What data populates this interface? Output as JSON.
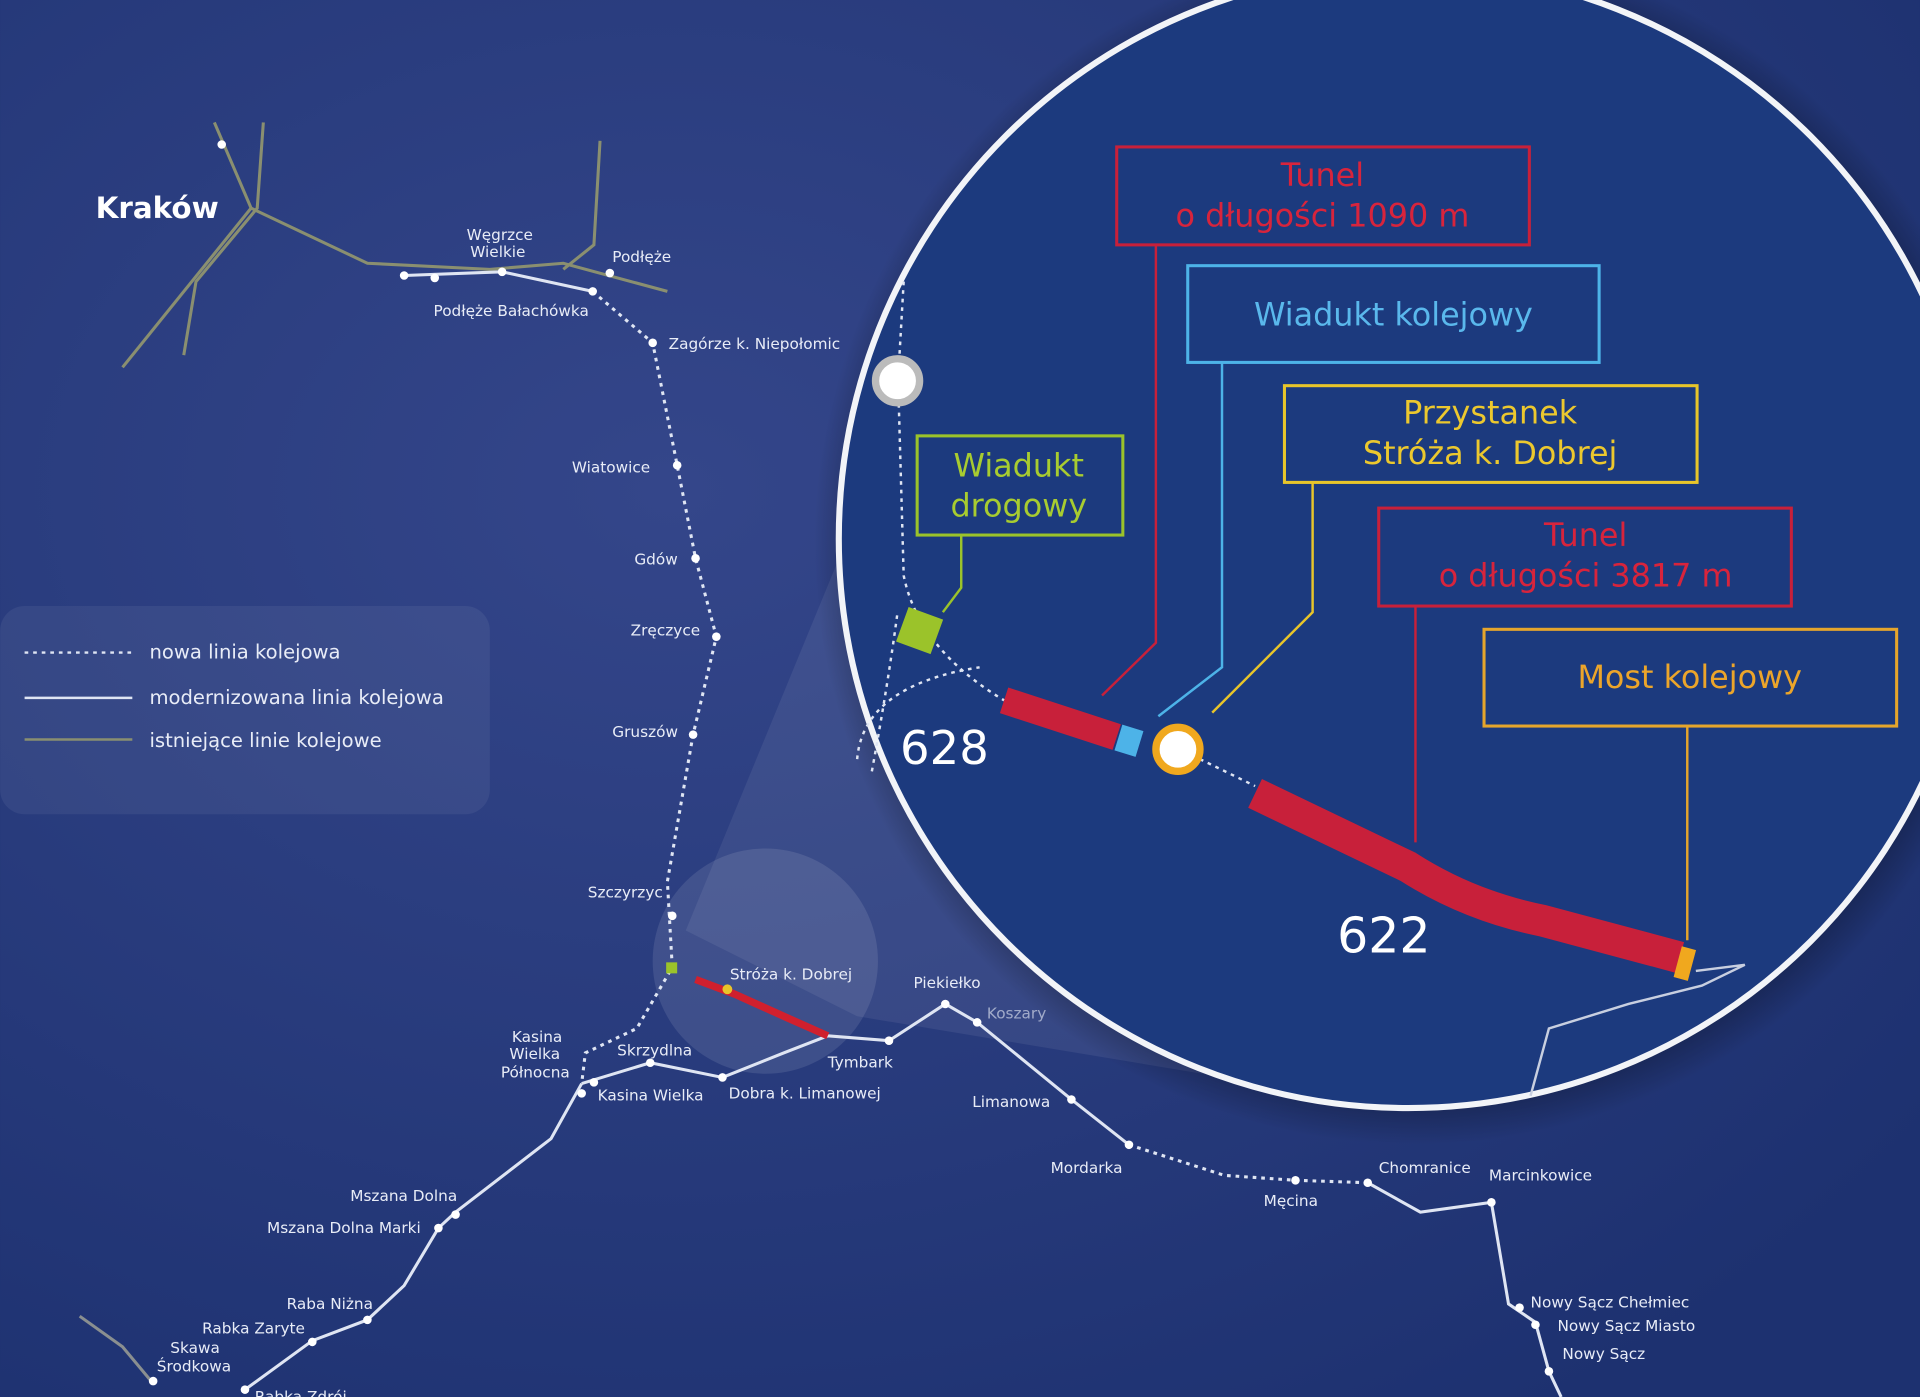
{
  "city": "Kraków",
  "legend": [
    {
      "label": "nowa linia kolejowa"
    },
    {
      "label": "modernizowana linia kolejowa"
    },
    {
      "label": "istniejące linie kolejowe"
    }
  ],
  "stations": {
    "wegrzce": "Węgrzce",
    "wegrzce2": "Wielkie",
    "podleze": "Podłęże",
    "podleze_b": "Podłęże Bałachówka",
    "zagorze": "Zagórze k. Niepołomic",
    "wiatowice": "Wiatowice",
    "gdow": "Gdów",
    "zreczyce": "Zręczyce",
    "gruszow": "Gruszów",
    "szczyrzyc": "Szczyrzyc",
    "stroza": "Stróża k. Dobrej",
    "piekielko": "Piekiełko",
    "koszary": "Koszary",
    "kasina_n1": "Kasina",
    "kasina_n2": "Wielka",
    "kasina_n3": "Północna",
    "skrzydlna": "Skrzydlna",
    "tymbark": "Tymbark",
    "kasina": "Kasina Wielka",
    "dobra": "Dobra k. Limanowej",
    "limanowa": "Limanowa",
    "mordarka": "Mordarka",
    "mecina": "Męcina",
    "chomranice": "Chomranice",
    "marcinkowice": "Marcinkowice",
    "mszana": "Mszana Dolna",
    "mszana_m": "Mszana Dolna Marki",
    "raba": "Raba Niżna",
    "rabka_z": "Rabka Zaryte",
    "skawa1": "Skawa",
    "skawa2": "Środkowa",
    "rabka_zd": "Rabka Zdrój",
    "ns_chelmiec": "Nowy Sącz Chełmiec",
    "ns_miasto": "Nowy Sącz Miasto",
    "ns": "Nowy Sącz"
  },
  "zoom": {
    "line_628": "628",
    "line_622": "622",
    "tunnel1": {
      "line1": "Tunel",
      "line2": "o długości 1090 m"
    },
    "rail_viaduct": "Wiadukt kolejowy",
    "stop": {
      "line1": "Przystanek",
      "line2": "Stróża k. Dobrej"
    },
    "tunnel2": {
      "line1": "Tunel",
      "line2": "o długości 3817 m"
    },
    "bridge": "Most kolejowy",
    "road_viaduct": {
      "line1": "Wiadukt",
      "line2": "drogowy"
    }
  },
  "colors": {
    "background": "#1e3170",
    "tunnel": "#c8203a",
    "rail_viaduct": "#4db3e8",
    "stop": "#e8c52a",
    "bridge": "#e5a52c",
    "road_viaduct": "#9bc32a"
  }
}
